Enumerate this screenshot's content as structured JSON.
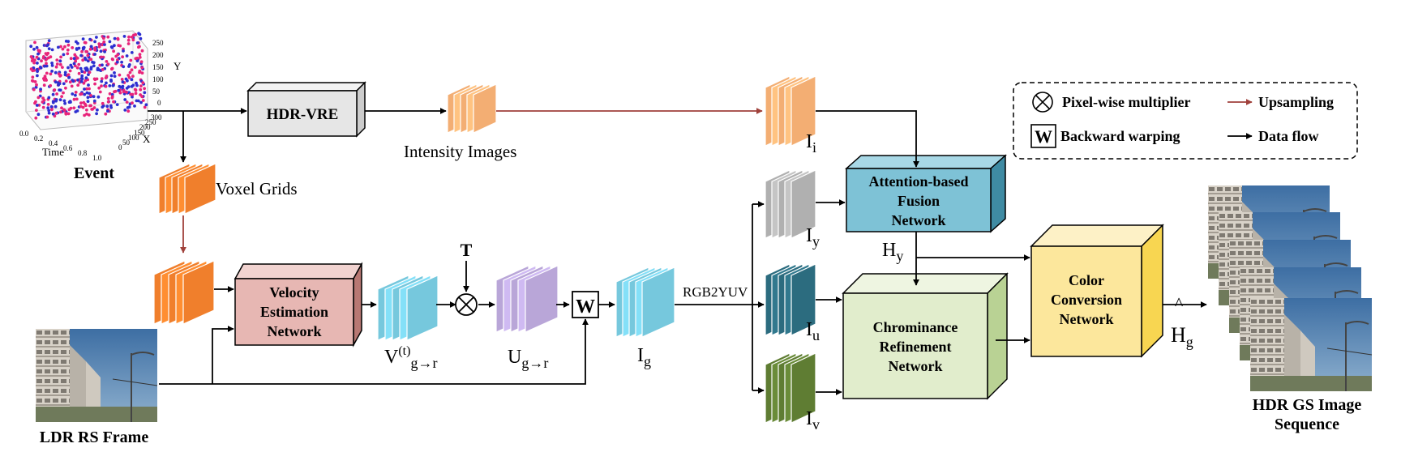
{
  "event": {
    "label": "Event",
    "axis_y": "Y",
    "axis_x": "X",
    "axis_time": "Time",
    "y_ticks": [
      "250",
      "200",
      "150",
      "100",
      "50",
      "0"
    ],
    "x_ticks": [
      "300",
      "250",
      "200",
      "150",
      "100",
      "50",
      "0"
    ],
    "time_ticks": [
      "0.0",
      "0.2",
      "0.4",
      "0.6",
      "0.8",
      "1.0"
    ]
  },
  "nodes": {
    "hdr_vre": "HDR-VRE",
    "velocity_1": "Velocity",
    "velocity_2": "Estimation",
    "velocity_3": "Network",
    "attention_1": "Attention-based",
    "attention_2": "Fusion",
    "attention_3": "Network",
    "chroma_1": "Chrominance",
    "chroma_2": "Refinement",
    "chroma_3": "Network",
    "color_1": "Color",
    "color_2": "Conversion",
    "color_3": "Network"
  },
  "labels": {
    "intensity_images": "Intensity Images",
    "voxel_grids": "Voxel Grids",
    "ldr_frame": "LDR RS Frame",
    "output_1": "HDR GS Image",
    "output_2": "Sequence",
    "rgb2yuv": "RGB2YUV",
    "t_symbol": "T",
    "warp_symbol": "W"
  },
  "math": {
    "v_base": "V",
    "v_sup": "(t)",
    "v_sub": "g→r",
    "u_base": "U",
    "u_sub": "g→r",
    "ig_base": "I",
    "ig_sub": "g",
    "ii_base": "I",
    "ii_sub": "i",
    "iy_base": "I",
    "iy_sub": "y",
    "iu_base": "I",
    "iu_sub": "u",
    "iv_base": "I",
    "iv_sub": "v",
    "hy_base": "H",
    "hy_sub": "y",
    "hg_base": "H",
    "hg_hat": "^",
    "hg_sub": "g"
  },
  "legend": {
    "multiplier": "Pixel-wise multiplier",
    "upsampling": "Upsampling",
    "warping": "Backward warping",
    "dataflow": "Data flow"
  },
  "colors": {
    "orange": "#f07f2c",
    "light_orange": "#f3ae73",
    "cyan": "#76c8dd",
    "purple": "#b9a6d8",
    "gray": "#b0b0b0",
    "teal": "#2c6c7f",
    "green": "#5f7d33",
    "velocity": "#e7b7b3",
    "attention": "#7ec2d6",
    "chroma": "#e1edcc",
    "color_conv": "#fce79c",
    "hdr_vre": "#e6e6e6",
    "upsample_arrow": "#a0413b"
  }
}
